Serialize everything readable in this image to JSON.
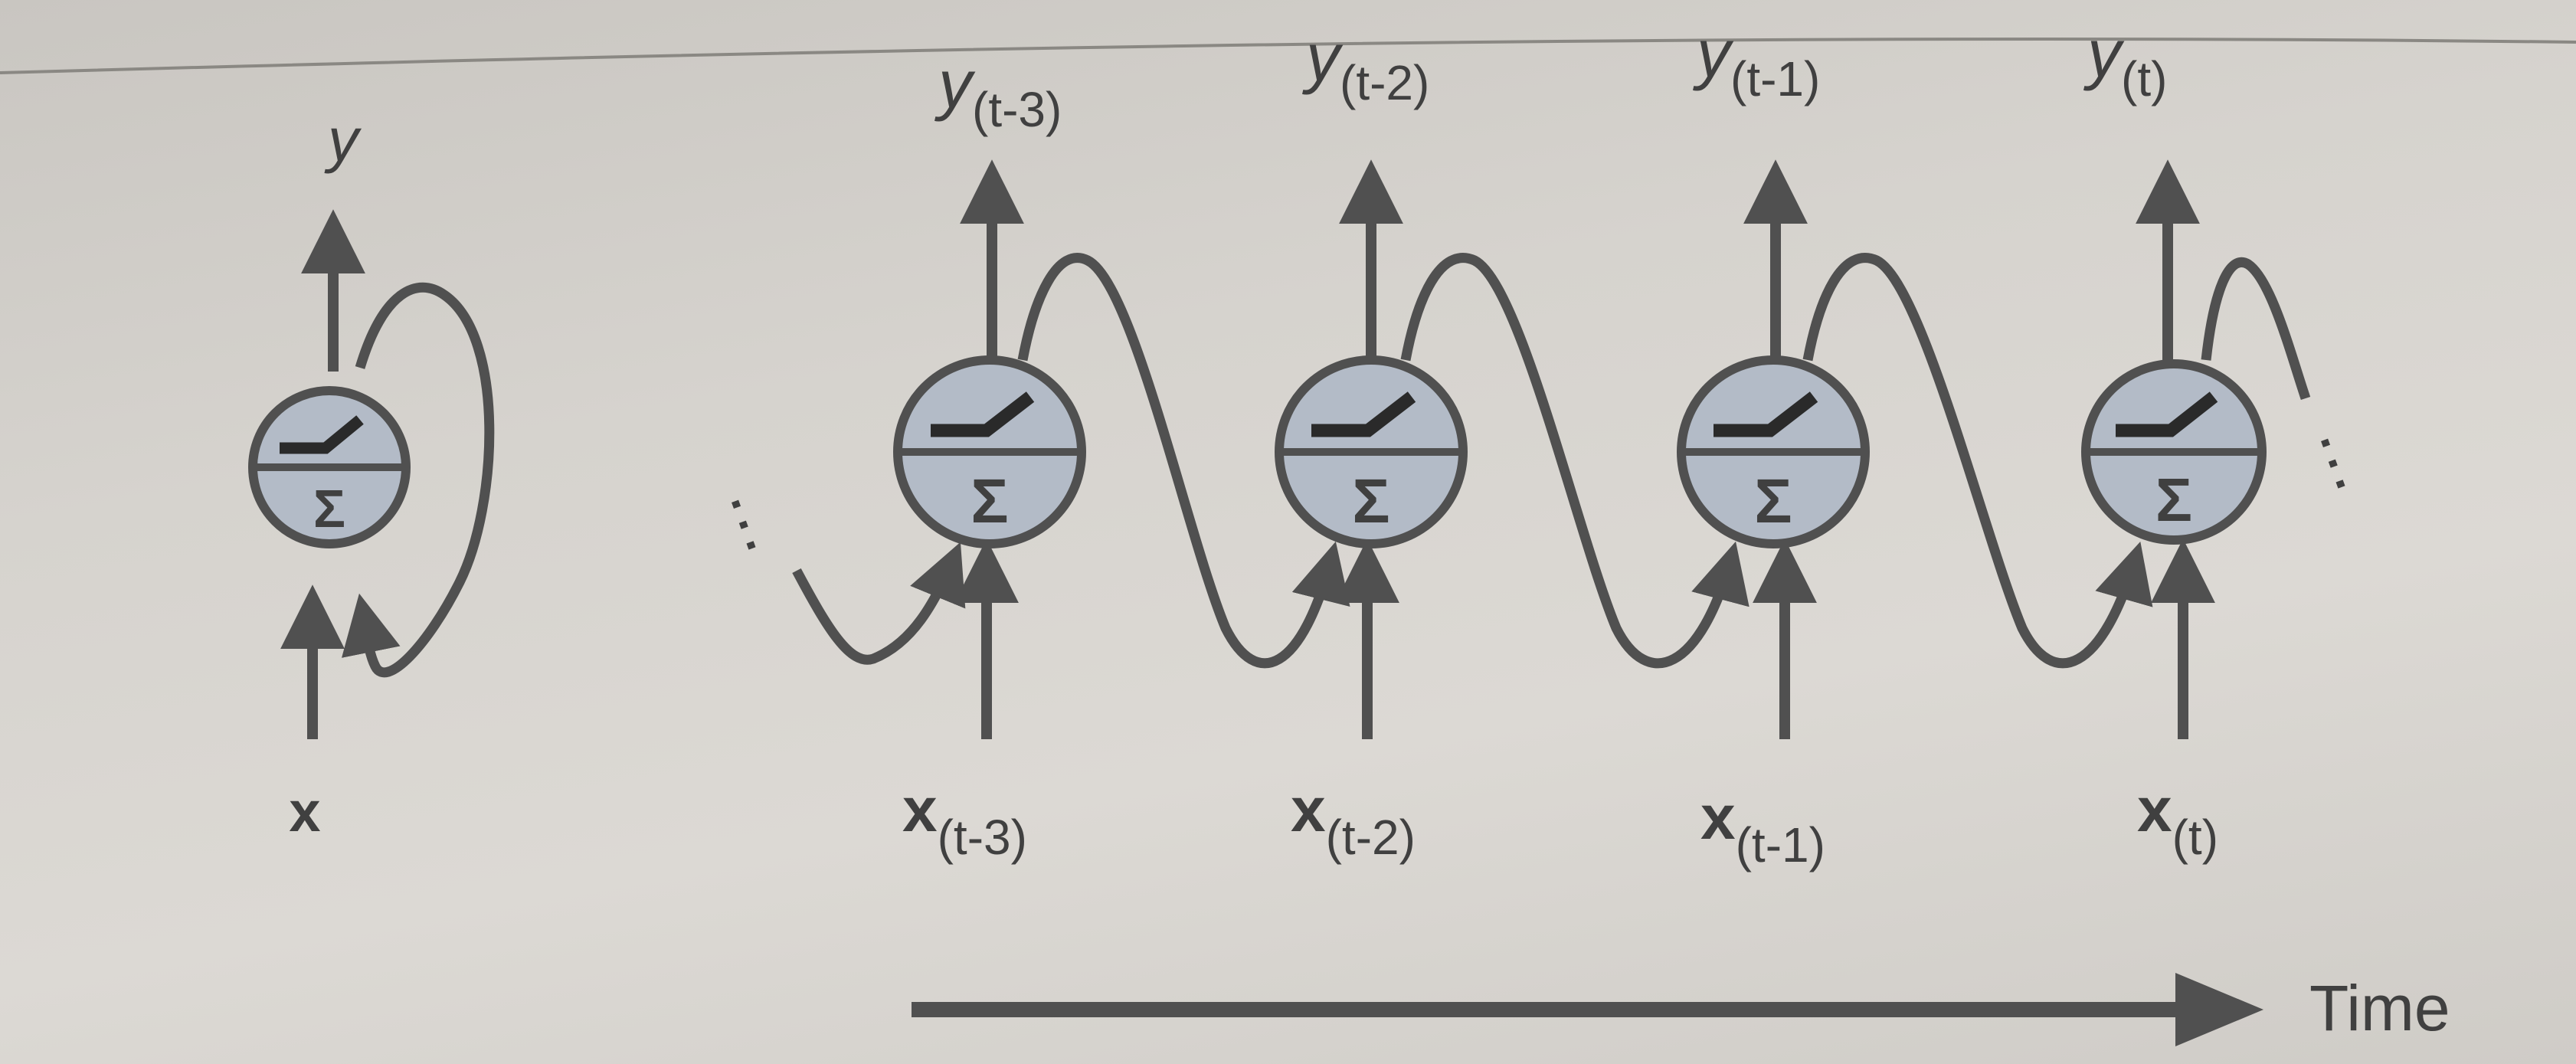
{
  "folded": {
    "output": "y",
    "input": "x"
  },
  "unrolled": [
    {
      "output_base": "y",
      "output_sub": "(t-3)",
      "input_base": "x",
      "input_sub": "(t-3)"
    },
    {
      "output_base": "y",
      "output_sub": "(t-2)",
      "input_base": "x",
      "input_sub": "(t-2)"
    },
    {
      "output_base": "y",
      "output_sub": "(t-1)",
      "input_base": "x",
      "input_sub": "(t-1)"
    },
    {
      "output_base": "y",
      "output_sub": "(t)",
      "input_base": "x",
      "input_sub": "(t)"
    }
  ],
  "neuron_symbol": "Σ",
  "ellipsis": "…",
  "time_label": "Time",
  "colors": {
    "stroke": "#505050",
    "neuron_fill": "#b3bbc7",
    "text": "#404040"
  }
}
